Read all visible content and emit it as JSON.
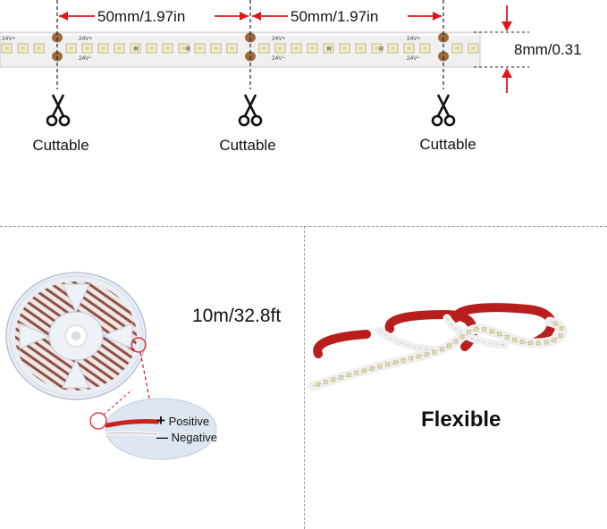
{
  "dimensions": {
    "segment_left": "50mm/1.97in",
    "segment_right": "50mm/1.97in",
    "width": "8mm/0.31"
  },
  "strip": {
    "marking_positive": "24V+",
    "marking_negative": "24V−",
    "resistor_mark": "R",
    "led_color": "#f1eed8",
    "pad_color": "#9c6b3d",
    "strip_color": "#f0f0f0"
  },
  "cut_points": [
    {
      "label": "Cuttable",
      "icon": "scissors-icon"
    },
    {
      "label": "Cuttable",
      "icon": "scissors-icon"
    },
    {
      "label": "Cuttable",
      "icon": "scissors-icon"
    }
  ],
  "reel": {
    "length": "10m/32.8ft"
  },
  "wires": {
    "positive": "Positive",
    "negative": "Negative",
    "positive_symbol": "+",
    "negative_symbol": "—"
  },
  "flexible": {
    "label": "Flexible"
  },
  "colors": {
    "arrow_red": "#e0161a",
    "divider": "#9a9a9a",
    "wire_red": "#c8231f"
  }
}
